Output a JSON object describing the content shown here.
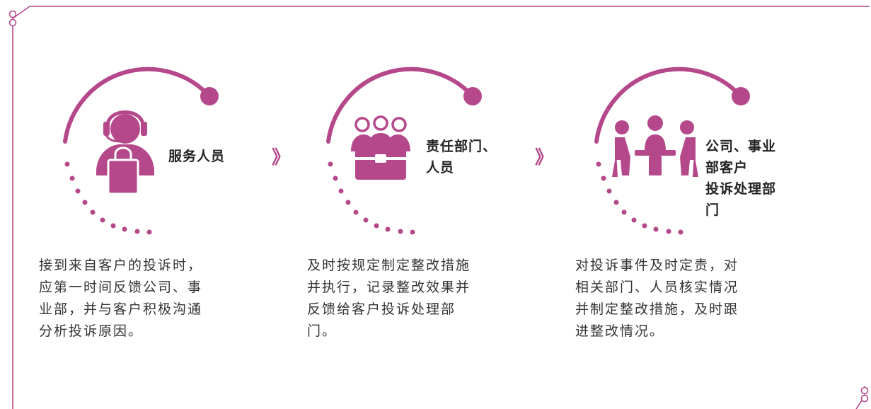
{
  "colors": {
    "accent": "#b5488a",
    "text": "#333333"
  },
  "arrow_glyph": "》",
  "steps": [
    {
      "icon": "customer-service-agent-icon",
      "title_lines": [
        "服务人员"
      ],
      "desc_lines": [
        "接到来自客户的投诉时，",
        "应第一时间反馈公司、事",
        "业部，并与客户积极沟通",
        "分析投诉原因。"
      ]
    },
    {
      "icon": "team-briefcase-icon",
      "title_lines": [
        "责任部门、",
        "人员"
      ],
      "desc_lines": [
        "及时按规定制定整改措施",
        "并执行，记录整改效果并",
        "反馈给客户投诉处理部",
        "门。"
      ]
    },
    {
      "icon": "meeting-table-icon",
      "title_lines": [
        "公司、事业部客户",
        "投诉处理部门"
      ],
      "desc_lines": [
        "对投诉事件及时定责，对",
        "相关部门、人员核实情况",
        "并制定整改措施，及时跟",
        "进整改情况。"
      ]
    }
  ]
}
